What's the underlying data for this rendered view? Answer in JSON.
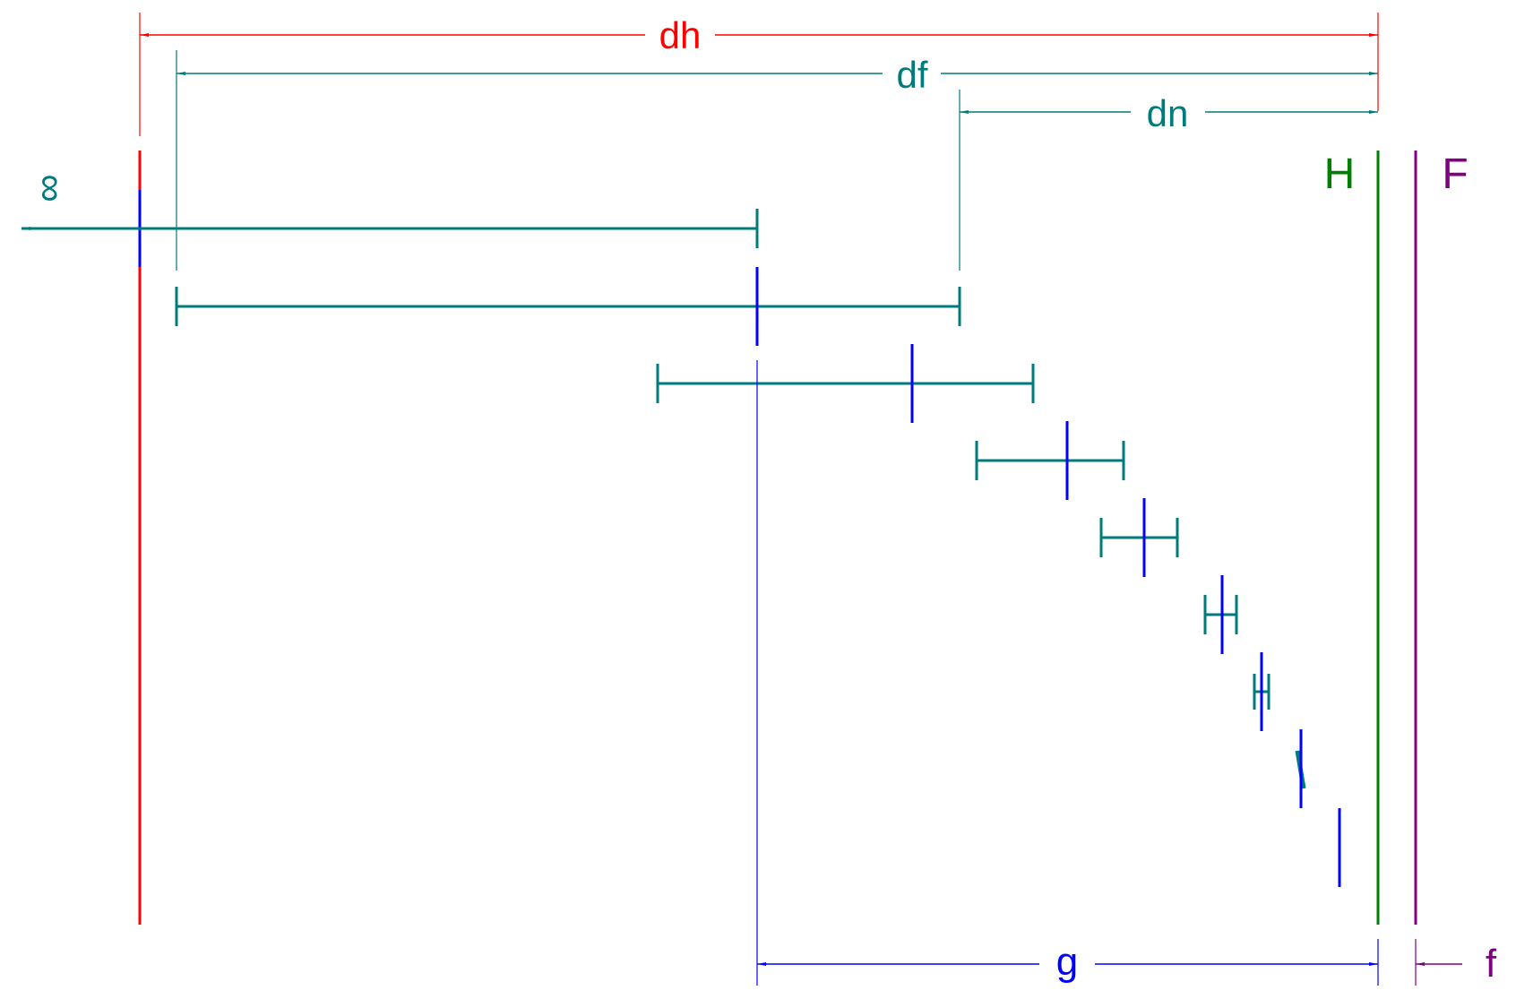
{
  "labels": {
    "dh": "dh",
    "df": "df",
    "dn": "dn",
    "infinity": "∞",
    "h": "H",
    "f_upper": "F",
    "g": "g",
    "f_lower": "f"
  },
  "colors": {
    "red": "#ff0000",
    "teal": "#007b7b",
    "blue": "#0000ff",
    "green": "#008000",
    "purple": "#800080"
  }
}
